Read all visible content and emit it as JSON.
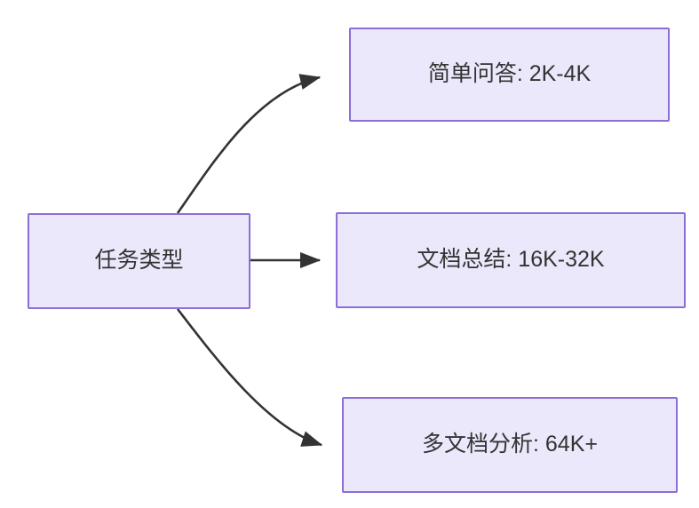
{
  "diagram": {
    "type": "flowchart",
    "direction": "left-to-right",
    "background_color": "#ffffff",
    "node_fill_color": "#ece8fb",
    "node_border_color": "#8b6fd6",
    "node_text_color": "#333333",
    "edge_color": "#333333",
    "root": {
      "id": "root",
      "label": "任务类型"
    },
    "branches": [
      {
        "id": "simple-qa",
        "label": "简单问答: 2K-4K",
        "task": "简单问答",
        "context_length": "2K-4K"
      },
      {
        "id": "doc-summary",
        "label": "文档总结: 16K-32K",
        "task": "文档总结",
        "context_length": "16K-32K"
      },
      {
        "id": "multi-doc",
        "label": "多文档分析: 64K+",
        "task": "多文档分析",
        "context_length": "64K+"
      }
    ],
    "edges": [
      {
        "id": "edge-root-to-simple-qa",
        "from": "任务类型",
        "to": "简单问答: 2K-4K",
        "label": ""
      },
      {
        "id": "edge-root-to-doc-summary",
        "from": "任务类型",
        "to": "文档总结: 16K-32K",
        "label": ""
      },
      {
        "id": "edge-root-to-multi-doc",
        "from": "任务类型",
        "to": "多文档分析: 64K+",
        "label": ""
      }
    ]
  }
}
